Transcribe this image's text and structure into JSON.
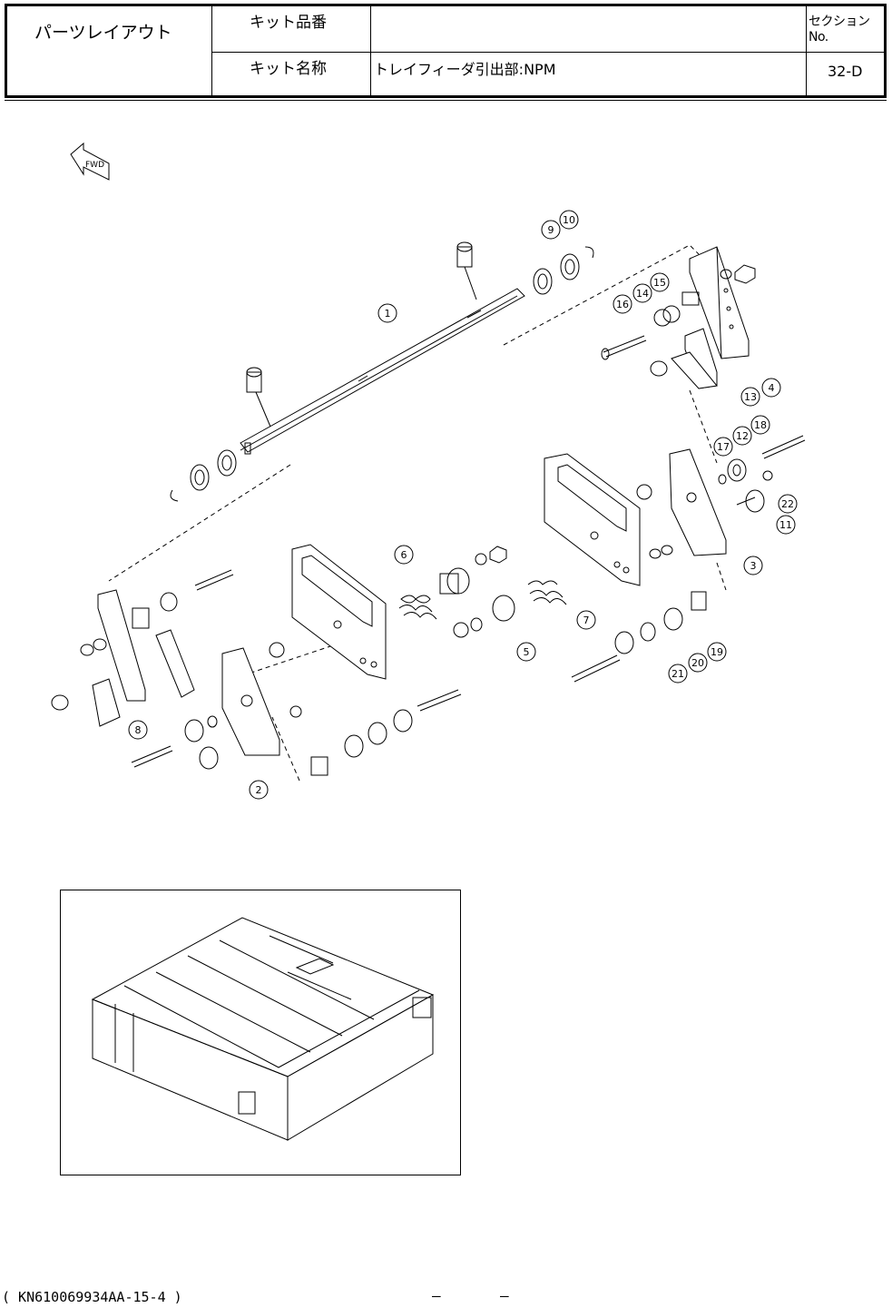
{
  "header": {
    "title": "パーツレイアウト",
    "kit_number_label": "キット品番",
    "kit_number_value": "",
    "kit_name_label": "キット名称",
    "kit_name_value": "トレイフィーダ引出部:NPM",
    "section_label": "セクションNo.",
    "section_value": "32-D"
  },
  "fwd_label": "FWD",
  "callouts": [
    "1",
    "2",
    "3",
    "4",
    "5",
    "6",
    "7",
    "8",
    "9",
    "10",
    "11",
    "12",
    "13",
    "14",
    "15",
    "16",
    "17",
    "18",
    "19",
    "20",
    "21",
    "22"
  ],
  "footer": {
    "doc_id": "( KN610069934AA-15-4 )",
    "dash1": "–",
    "dash2": "–"
  }
}
